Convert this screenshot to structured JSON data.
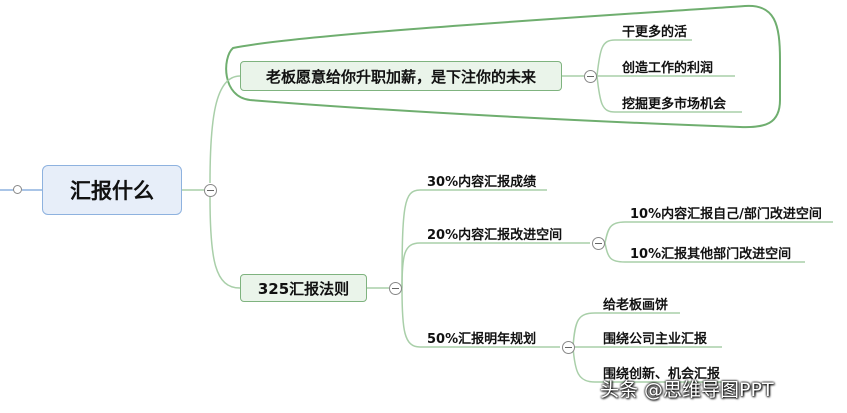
{
  "root": {
    "label": "汇报什么"
  },
  "branches": [
    {
      "label": "老板愿意给你升职加薪，是下注你的未来",
      "children": [
        "干更多的活",
        "创造工作的利润",
        "挖掘更多市场机会"
      ]
    },
    {
      "label": "325汇报法则",
      "children": [
        {
          "label": "30%内容汇报成绩",
          "children": []
        },
        {
          "label": "20%内容汇报改进空间",
          "children": [
            "10%内容汇报自己/部门改进空间",
            "10%汇报其他部门改进空间"
          ]
        },
        {
          "label": "50%汇报明年规划",
          "children": [
            "给老板画饼",
            "围绕公司主业汇报",
            "围绕创新、机会汇报"
          ]
        }
      ]
    }
  ],
  "watermark": "头条 @思维导图PPT",
  "colors": {
    "root_fill": "#e7eef9",
    "root_border": "#8eb2df",
    "main_fill": "#eaf4ea",
    "main_border": "#7fb37f",
    "connector": "#a9cfa9",
    "callout_border": "#6fae6f"
  }
}
